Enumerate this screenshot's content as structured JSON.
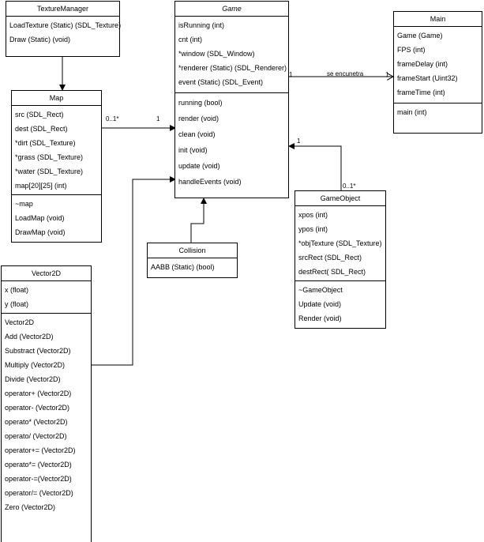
{
  "classes": {
    "texture_manager": {
      "name": "TextureManager",
      "attributes": [
        "LoadTexture (Static) (SDL_Texture)",
        "Draw (Static) (void)"
      ],
      "methods": []
    },
    "game": {
      "name": "Game",
      "attributes": [
        "isRunning (int)",
        "cnt (int)",
        "*window (SDL_Window)",
        "*renderer (Static) (SDL_Renderer)",
        "event (Static) (SDL_Event)"
      ],
      "methods": [
        "running (bool)",
        "render (void)",
        "clean (void)",
        "init (void)",
        "update (void)",
        "handleEvents (void)"
      ]
    },
    "main": {
      "name": "Main",
      "attributes": [
        "Game (Game)",
        "FPS (int)",
        "frameDelay (int)",
        "frameStart (Uint32)",
        "frameTime (int)"
      ],
      "methods": [
        "main (int)"
      ]
    },
    "map": {
      "name": "Map",
      "attributes": [
        "src (SDL_Rect)",
        "dest (SDL_Rect)",
        "*dirt (SDL_Texture)",
        "*grass (SDL_Texture)",
        "*water (SDL_Texture)",
        "map[20][25] (int)"
      ],
      "methods": [
        "~map",
        "LoadMap (void)",
        "DrawMap (void)"
      ]
    },
    "game_object": {
      "name": "GameObject",
      "attributes": [
        "xpos (int)",
        "ypos (int)",
        "*objTexture (SDL_Texture)",
        "srcRect (SDL_Rect)",
        "destRect( SDL_Rect)"
      ],
      "methods": [
        "~GameObject",
        "Update (void)",
        "Render (void)"
      ]
    },
    "collision": {
      "name": "Collision",
      "attributes": [
        "AABB (Static) (bool)"
      ],
      "methods": []
    },
    "vector2d": {
      "name": "Vector2D",
      "attributes": [
        "x (float)",
        "y (float)"
      ],
      "methods": [
        "Vector2D",
        "Add (Vector2D)",
        "Substract (Vector2D)",
        "Multiply (Vector2D)",
        "Divide (Vector2D)",
        "operator+ (Vector2D)",
        "operator- (Vector2D)",
        "operato* (Vector2D)",
        "operato/ (Vector2D)",
        "operator+= (Vector2D)",
        "operato*= (Vector2D)",
        "operator-=(Vector2D)",
        "operator/= (Vector2D)",
        "Zero (Vector2D)"
      ]
    }
  },
  "labels": {
    "game_main_left": "1",
    "game_main_name": "se encunetra",
    "game_main_right": "1",
    "map_left": "0..1*",
    "map_right": "1",
    "go_top": "1",
    "go_bottom": "0..1*"
  }
}
